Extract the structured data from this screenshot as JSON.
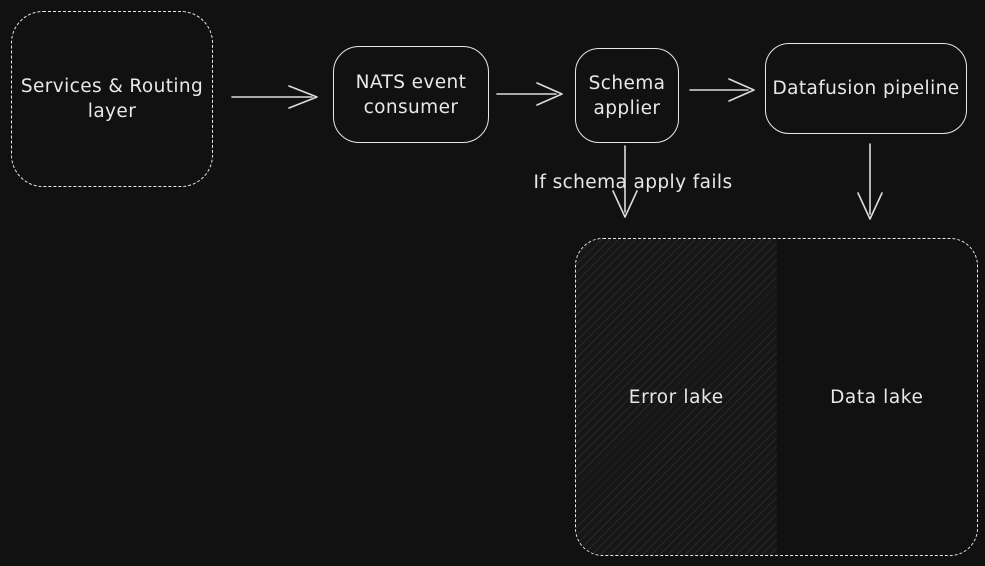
{
  "canvas": {
    "background_color": "#111111",
    "stroke_color": "#e8e8e8",
    "error_lake_fill": "#161616",
    "hatch_line_color": "rgba(255,255,255,0.075)"
  },
  "nodes": {
    "services": {
      "lines": [
        "Services & Routing",
        "layer"
      ]
    },
    "nats": {
      "lines": [
        "NATS event",
        "consumer"
      ]
    },
    "schema": {
      "lines": [
        "Schema",
        "applier"
      ]
    },
    "datafusion": {
      "label": "Datafusion pipeline"
    },
    "error_lake": {
      "label": "Error lake"
    },
    "data_lake": {
      "label": "Data lake"
    }
  },
  "annotations": {
    "schema_fail_condition": "If schema apply fails"
  },
  "edges": [
    {
      "from": "services",
      "to": "nats"
    },
    {
      "from": "nats",
      "to": "schema"
    },
    {
      "from": "schema",
      "to": "datafusion"
    },
    {
      "from": "schema",
      "to": "error_lake",
      "label": "If schema apply fails"
    },
    {
      "from": "datafusion",
      "to": "data_lake"
    }
  ]
}
